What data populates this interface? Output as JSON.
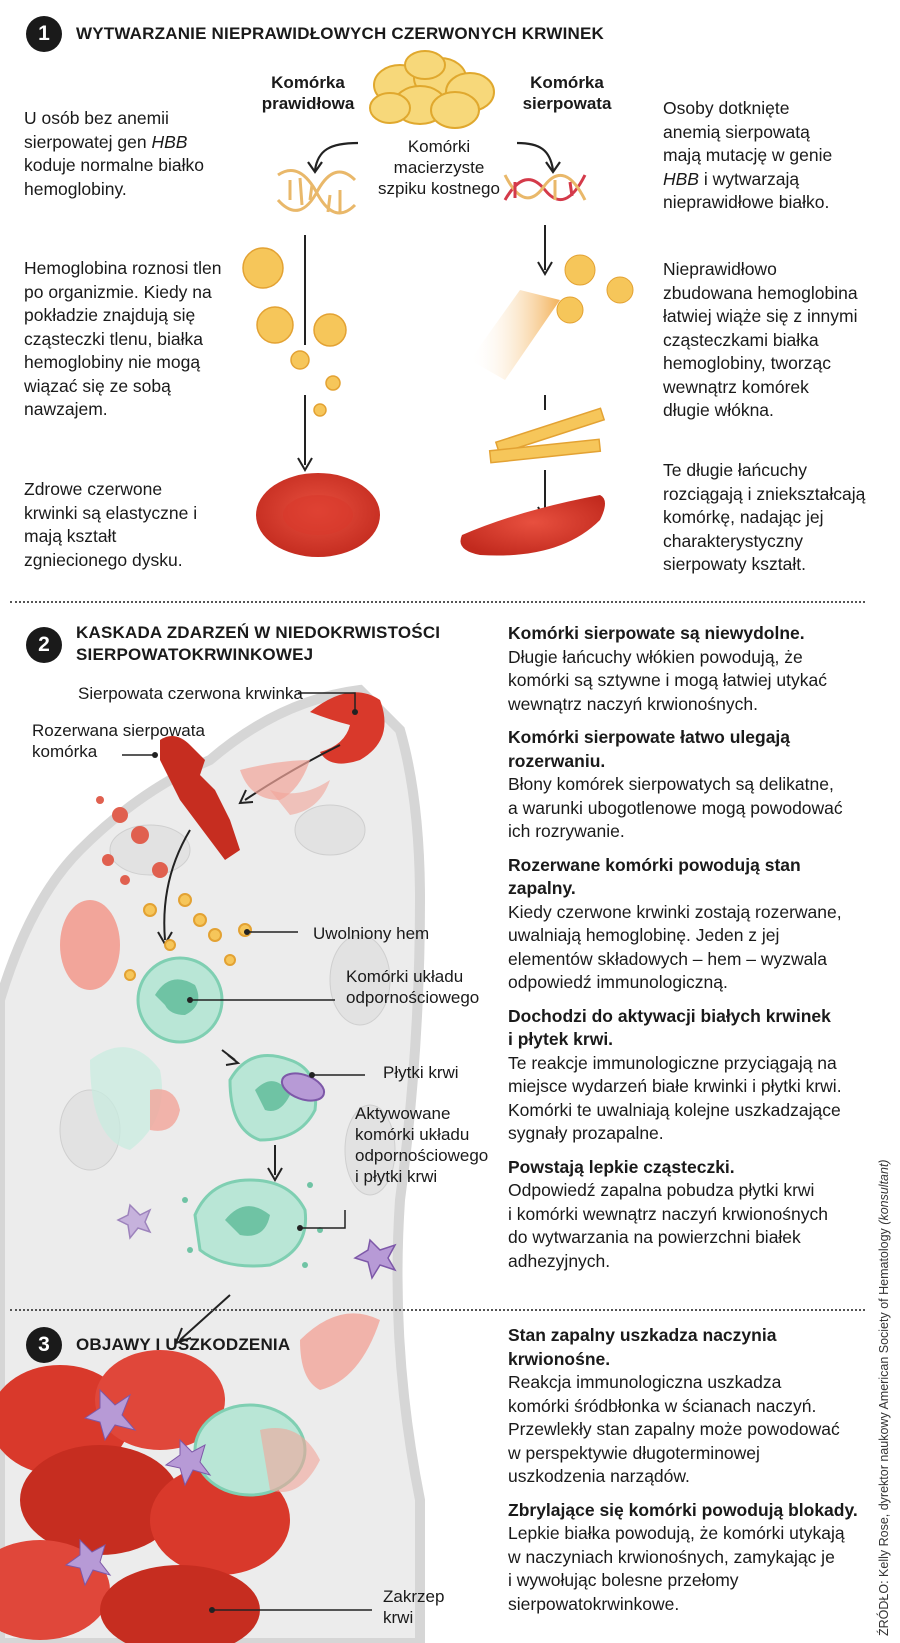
{
  "section1": {
    "number": "1",
    "title": "WYTWARZANIE NIEPRAWIDŁOWYCH CZERWONYCH KRWINEK",
    "normal_cell_label_line1": "Komórka",
    "normal_cell_label_line2": "prawidłowa",
    "sickle_cell_label_line1": "Komórka",
    "sickle_cell_label_line2": "sierpowata",
    "stem_cells_line1": "Komórki",
    "stem_cells_line2": "macierzyste",
    "stem_cells_line3": "szpiku kostnego",
    "left_text1_a": "U osób bez anemii",
    "left_text1_b": "sierpowatej gen ",
    "left_text1_b_it": "HBB",
    "left_text1_c": "koduje normalne białko",
    "left_text1_d": "hemoglobiny.",
    "left_text2": [
      "Hemoglobina roznosi tlen",
      "po organizmie. Kiedy na",
      "pokładzie znajdują się",
      "cząsteczki tlenu, białka",
      "hemoglobiny nie mogą",
      "wiązać się ze sobą",
      "nawzajem."
    ],
    "left_text3": [
      "Zdrowe czerwone",
      "krwinki są elastyczne i",
      "mają kształt",
      "zgniecionego dysku."
    ],
    "right_text1_a": "Osoby dotknięte",
    "right_text1_b": "anemią sierpowatą",
    "right_text1_c": "mają mutację w genie",
    "right_text1_d_it": "HBB",
    "right_text1_d": " i wytwarzają",
    "right_text1_e": "nieprawidłowe białko.",
    "right_text2": [
      "Nieprawidłowo",
      "zbudowana hemoglobina",
      "łatwiej wiąże się z innymi",
      "cząsteczkami białka",
      "hemoglobiny, tworząc",
      "wewnątrz komórek",
      "długie włókna."
    ],
    "right_text3": [
      "Te długie łańcuchy",
      "rozciągają i zniekształcają",
      "komórkę, nadając jej",
      "charakterystyczny",
      "sierpowaty kształt."
    ]
  },
  "section2": {
    "number": "2",
    "title_line1": "KASKADA ZDARZEŃ W NIEDOKRWISTOŚCI",
    "title_line2": "SIERPOWATOKRWINKOWEJ",
    "label_sickle_rbc": "Sierpowata czerwona krwinka",
    "label_ruptured_line1": "Rozerwana sierpowata",
    "label_ruptured_line2": "komórka",
    "label_heme": "Uwolniony hem",
    "label_immune_line1": "Komórki układu",
    "label_immune_line2": "odpornościowego",
    "label_platelets": "Płytki krwi",
    "label_activated": [
      "Aktywowane",
      "komórki układu",
      "odpornościowego",
      "i płytki krwi"
    ],
    "paragraphs": [
      {
        "title": [
          "Komórki sierpowate są niewydolne."
        ],
        "body": [
          "Długie łańcuchy włókien powodują, że",
          "komórki są sztywne i mogą łatwiej utykać",
          "wewnątrz naczyń krwionośnych."
        ]
      },
      {
        "title": [
          "Komórki sierpowate łatwo ulegają",
          "rozerwaniu."
        ],
        "body": [
          "Błony komórek sierpowatych są delikatne,",
          "a warunki ubogotlenowe mogą powodować",
          "ich rozrywanie."
        ]
      },
      {
        "title": [
          "Rozerwane komórki powodują stan",
          "zapalny."
        ],
        "body": [
          "Kiedy czerwone krwinki zostają rozerwane,",
          "uwalniają hemoglobinę. Jeden z jej",
          "elementów składowych – hem – wyzwala",
          "odpowiedź immunologiczną."
        ]
      },
      {
        "title": [
          "Dochodzi do aktywacji białych krwinek",
          "i płytek krwi."
        ],
        "body": [
          "Te reakcje immunologiczne przyciągają na",
          "miejsce wydarzeń białe krwinki i płytki krwi.",
          "Komórki te uwalniają kolejne uszkadzające",
          "sygnały prozapalne."
        ]
      },
      {
        "title": [
          "Powstają lepkie cząsteczki."
        ],
        "body": [
          "Odpowiedź zapalna pobudza płytki krwi",
          "i komórki wewnątrz naczyń krwionośnych",
          "do wytwarzania na powierzchni białek",
          "adhezyjnych."
        ]
      }
    ]
  },
  "section3": {
    "number": "3",
    "title": "OBJAWY I USZKODZENIA",
    "label_clot_line1": "Zakrzep",
    "label_clot_line2": "krwi",
    "paragraphs": [
      {
        "title": [
          "Stan zapalny uszkadza naczynia",
          "krwionośne."
        ],
        "body": [
          "Reakcja immunologiczna uszkadza",
          "komórki śródbłonka w ścianach naczyń.",
          "Przewlekły stan zapalny może powodować",
          "w perspektywie długoterminowej",
          "uszkodzenia narządów."
        ]
      },
      {
        "title": [
          "Zbrylające się komórki powodują blokady."
        ],
        "body": [
          "Lepkie białka powodują, że komórki utykają",
          "w naczyniach krwionośnych, zamykając je",
          "i wywołując bolesne przełomy",
          "sierpowatokrwinkowe."
        ]
      }
    ]
  },
  "source": "ŹRÓDŁO: Kelly Rose, dyrektor naukowy American Society of Hematology ",
  "source_it": "(konsultant)",
  "colors": {
    "red": "#d9392b",
    "dark_red": "#b8261c",
    "pink": "#f2a59a",
    "yellow": "#f4c24a",
    "teal": "#9fdcc7",
    "purple": "#b79ad6",
    "vessel": "#e9e9e9"
  }
}
